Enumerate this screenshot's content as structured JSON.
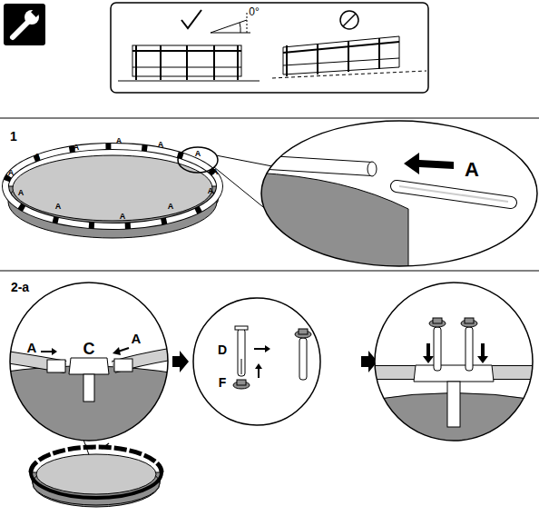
{
  "diagram": {
    "labels": [
      "0°",
      "1",
      "A",
      "A",
      "A",
      "A",
      "A",
      "A",
      "A",
      "A",
      "A",
      "A",
      "A",
      "A",
      "A",
      "2-a",
      "A",
      "C",
      "A",
      "D",
      "F"
    ]
  }
}
